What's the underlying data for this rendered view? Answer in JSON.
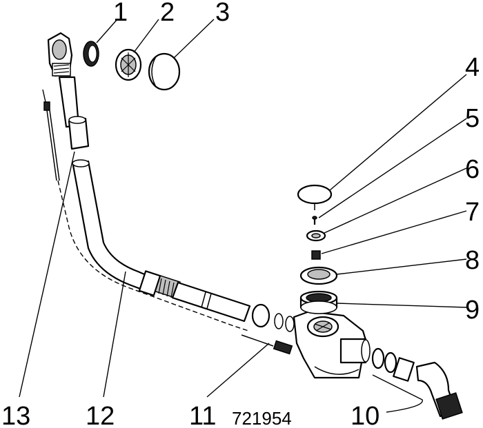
{
  "diagram": {
    "callouts": [
      "1",
      "2",
      "3",
      "4",
      "5",
      "6",
      "7",
      "8",
      "9",
      "10",
      "11",
      "12",
      "13"
    ],
    "part_code": "721954"
  }
}
